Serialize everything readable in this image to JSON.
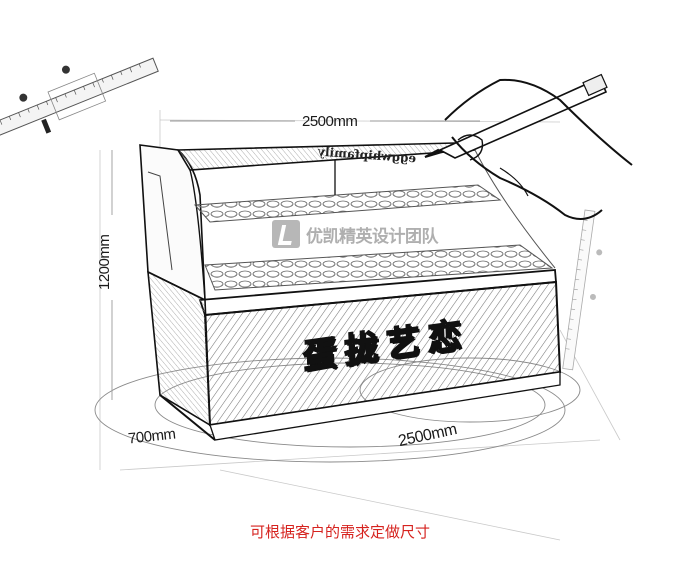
{
  "drawing": {
    "subject": "display-cabinet-sketch",
    "dimensions": {
      "top_width": "2500mm",
      "height": "1200mm",
      "depth": "700mm",
      "base_width": "2500mm"
    },
    "cabinet_brand_mirrored": "eggwhipfamily",
    "front_sign": "蛋拢艺恋",
    "watermark": "优凯精英设计团队",
    "caption": "可根据客户的需求定做尺寸"
  },
  "colors": {
    "caption": "#d6231f",
    "ink": "#1a1a1a",
    "watermark": "#7d7d7d",
    "background": "#ffffff"
  }
}
